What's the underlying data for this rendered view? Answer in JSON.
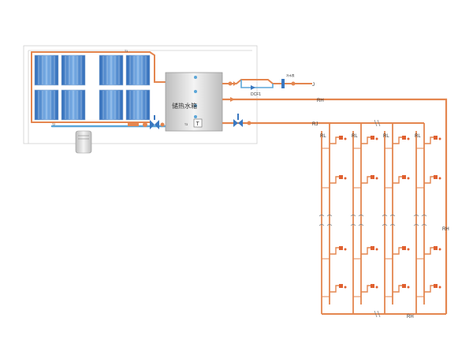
{
  "labels": {
    "tank": "储热水箱",
    "t": "T",
    "dcf": "DCF1",
    "rh_top": "RH",
    "rj": "RJ",
    "rh_side": "RH",
    "rh_bottom": "RH",
    "rl": [
      "RL",
      "RL",
      "RL",
      "RL"
    ],
    "cold_in": "J",
    "tiny_top": "T1",
    "tiny_left": "T2",
    "tiny_tank": "T3",
    "meter": "冷水表"
  },
  "colors": {
    "hot_pipe": "#e4864f",
    "cold_pipe": "#5aa6d8",
    "valve": "#3a78c0",
    "panel": "#3d78c4",
    "tank": "#d9d9d9"
  }
}
